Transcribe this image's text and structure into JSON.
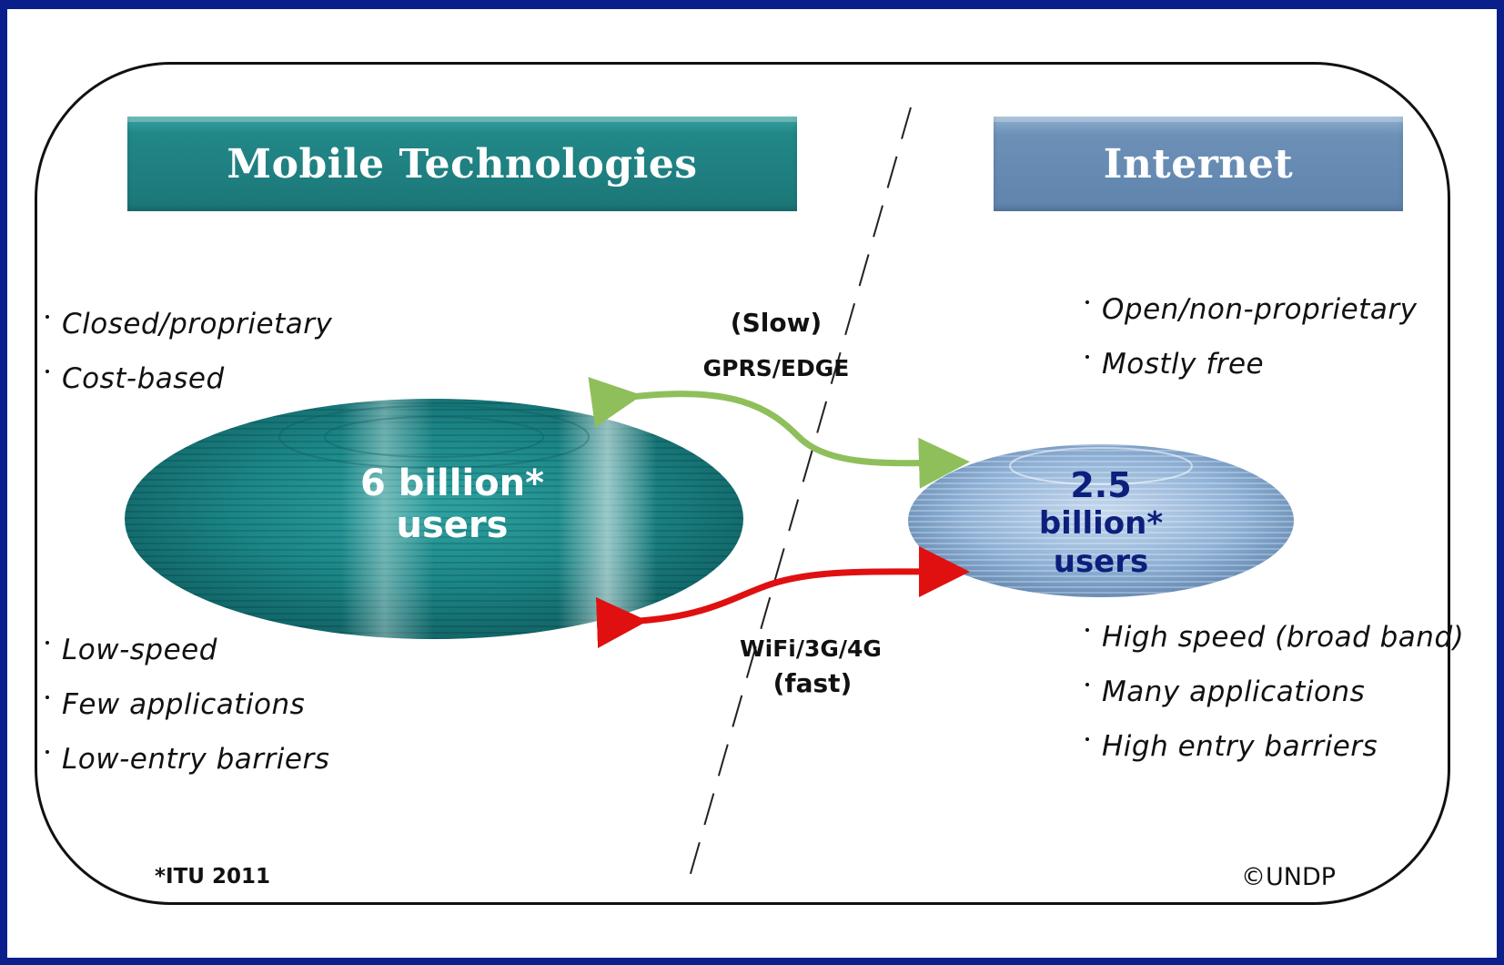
{
  "headers": {
    "mobile": "Mobile Technologies",
    "internet": "Internet"
  },
  "mobile": {
    "top_bullets": [
      "Closed/proprietary",
      "Cost-based"
    ],
    "bottom_bullets": [
      "Low-speed",
      "Few applications",
      "Low-entry barriers"
    ],
    "users_line1": "6  billion*",
    "users_line2": "users"
  },
  "internet": {
    "top_bullets": [
      "Open/non-proprietary",
      "Mostly free"
    ],
    "bottom_bullets": [
      "High speed (broad band)",
      "Many applications",
      "High entry barriers"
    ],
    "users_line1": "2.5",
    "users_line2": "billion*",
    "users_line3": "users"
  },
  "links": {
    "slow_label": "(Slow)",
    "slow_tech": "GPRS/EDGE",
    "fast_tech": "WiFi/3G/4G",
    "fast_label": "(fast)"
  },
  "footer": {
    "source": "*ITU 2011",
    "copyright": "©UNDP"
  },
  "colors": {
    "background": "#0a1f8c",
    "mobile_teal": "#1f7f80",
    "internet_blue": "#6c90b6",
    "slow_arrow": "#8fbf5a",
    "fast_arrow": "#e01010"
  }
}
